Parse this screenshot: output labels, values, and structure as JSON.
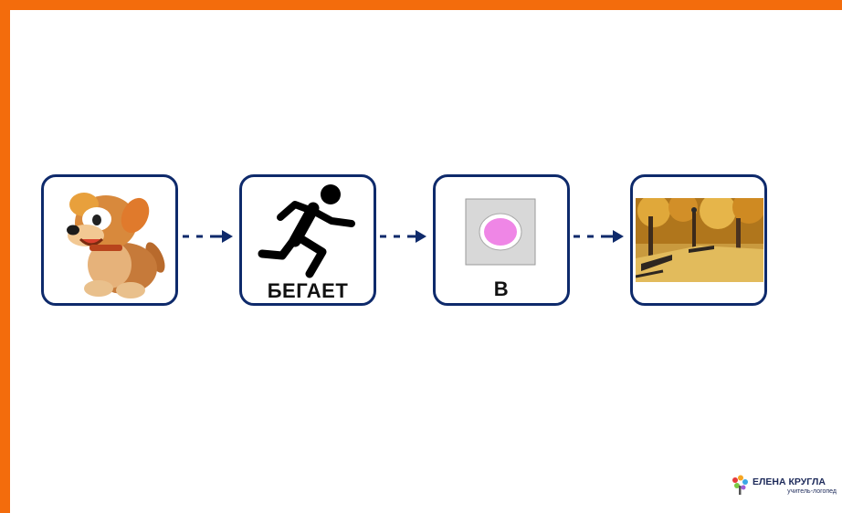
{
  "slide": {
    "step2_label": "БЕГАЕТ",
    "step3_label": "В",
    "colors": {
      "frame": "#f36c0c",
      "card_border": "#0e2a6b",
      "arrow": "#0e2a6b"
    }
  },
  "icons": [
    "dog-picture",
    "running-person-icon",
    "preposition-circle-icon",
    "autumn-park-picture"
  ],
  "logo": {
    "name": "ЕЛЕНА КРУГЛА",
    "subtitle": "учитель-логопед"
  }
}
